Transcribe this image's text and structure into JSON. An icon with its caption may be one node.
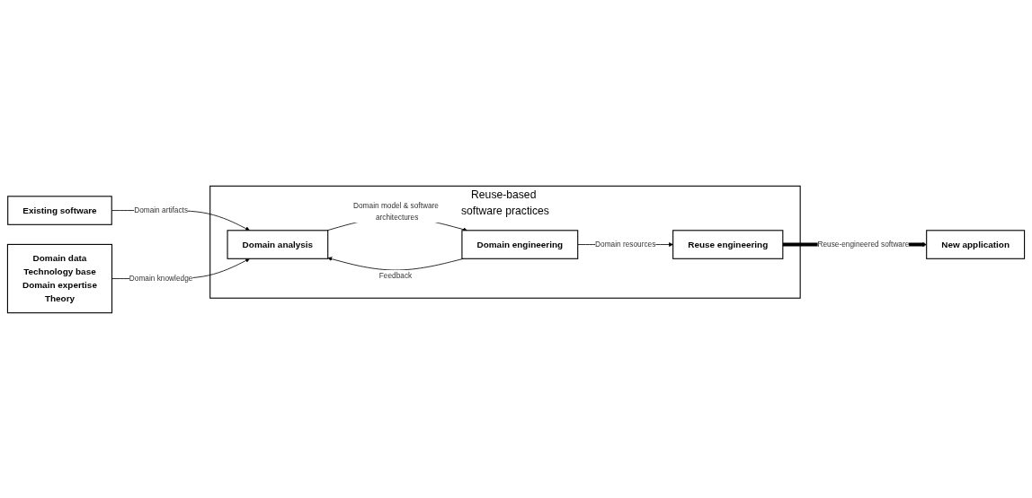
{
  "diagram": {
    "nodes": [
      {
        "text": [
          "Existing software"
        ]
      },
      {
        "text": [
          "Reuse-based software practices"
        ]
      },
      {
        "text": [
          "Domain engineering"
        ],
        "in": 1
      },
      {
        "text": [
          "Domain analysis"
        ],
        "in": 1
      },
      {
        "text": [
          "Reuse engineering"
        ],
        "in": 1
      },
      {
        "text": [
          "New application"
        ]
      },
      {
        "text": [
          "Domain data",
          "Technology base",
          "Domain expertise",
          "Theory"
        ]
      }
    ],
    "edges": [
      {
        "from": 0,
        "to": 3,
        "arrow": "to",
        "label": "Domain artifacts"
      },
      {
        "from": 6,
        "to": 3,
        "arrow": "to",
        "label": "Domain knowledge"
      },
      {
        "from": 3,
        "to": 2,
        "arrow": "to",
        "label": "Domain model & software architectures"
      },
      {
        "from": 2,
        "to": 3,
        "arrow": "to",
        "label": "Feedback"
      },
      {
        "from": 2,
        "to": 4,
        "arrow": "to",
        "label": "Domain resources"
      },
      {
        "from": 4,
        "to": 5,
        "arrow": "to",
        "label": "Reuse-engineered software",
        "style": "thick"
      }
    ]
  }
}
